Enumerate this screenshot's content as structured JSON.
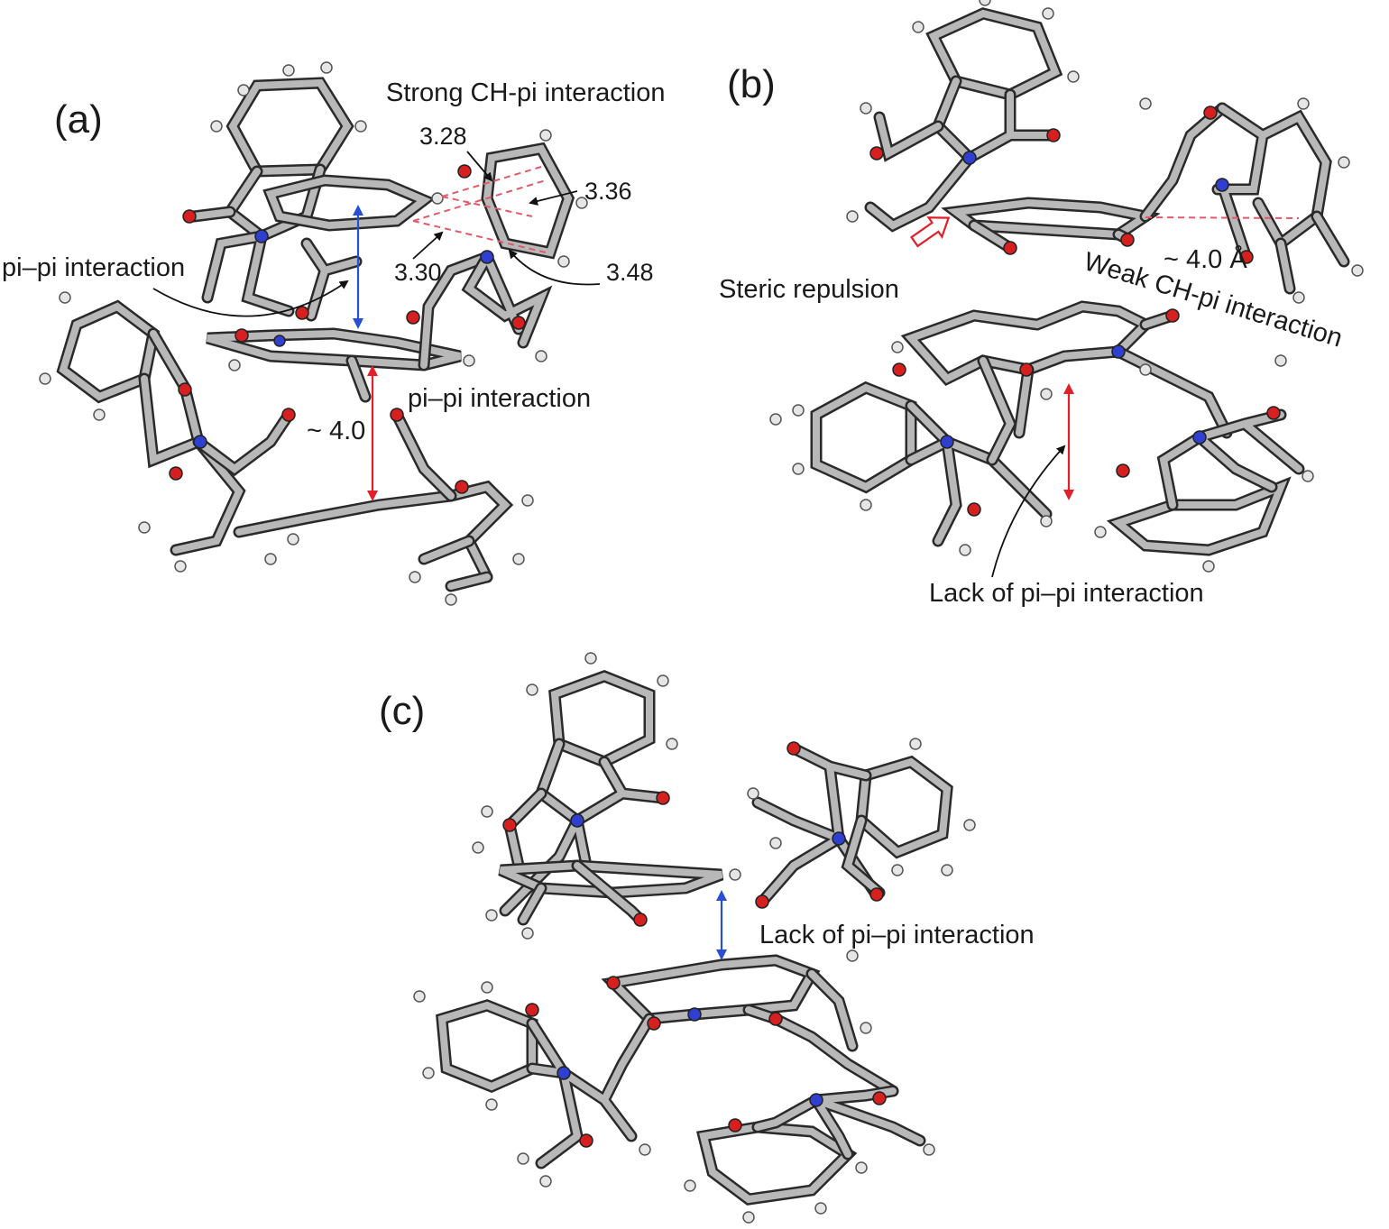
{
  "panels": {
    "a": {
      "label": "(a)",
      "strong_ch_pi": "Strong CH-pi  interaction",
      "pi_pi_upper": "pi–pi interaction",
      "pi_pi_lower": "pi–pi interaction",
      "distance": "~ 4.0",
      "d1": "3.28",
      "d2": "3.36",
      "d3": "3.30",
      "d4": "3.48"
    },
    "b": {
      "label": "(b)",
      "steric": "Steric repulsion",
      "distance": "~ 4.0 Å",
      "weak_ch_pi": "Weak CH-pi  interaction",
      "lack": "Lack of pi–pi interaction"
    },
    "c": {
      "label": "(c)",
      "lack": "Lack of pi–pi interaction"
    }
  },
  "colors": {
    "carbon": "#b8b8b8",
    "oxygen": "#d61f1f",
    "nitrogen": "#2f3fd0",
    "hydrogen": "#e6e6e6",
    "arrow_red": "#e0202a",
    "arrow_blue": "#2a4fd6",
    "dashed_pink": "#e05a6a"
  }
}
